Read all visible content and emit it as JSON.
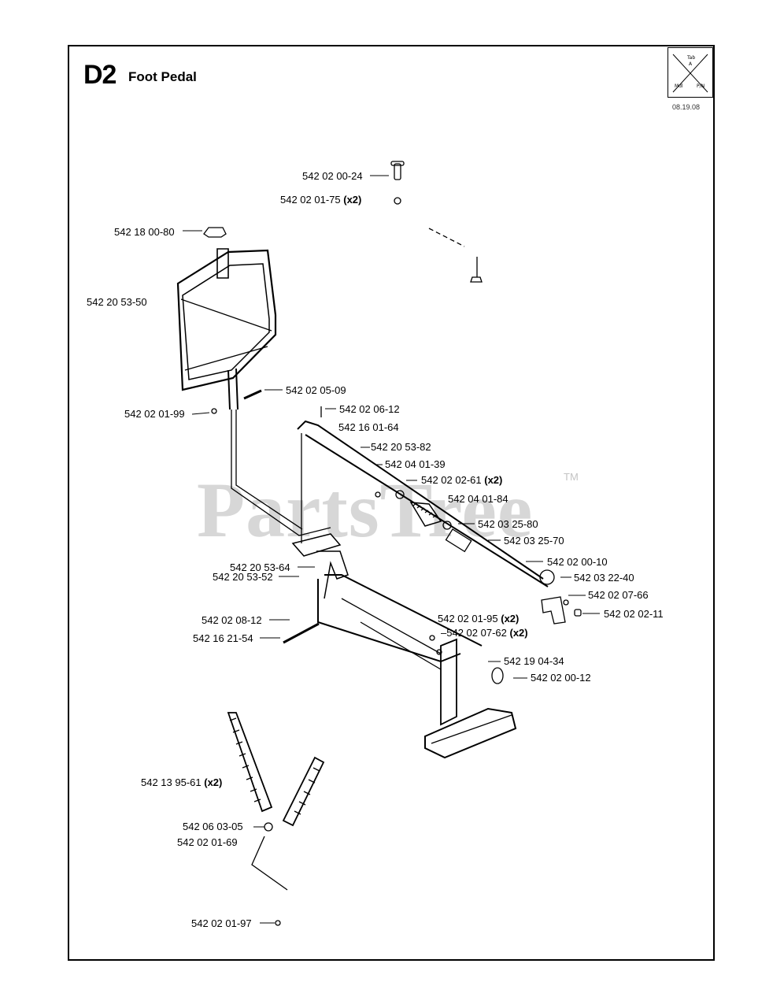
{
  "header": {
    "section": "D2",
    "title": "Foot Pedal",
    "date": "08.19.08",
    "corner_marks": [
      "Tab",
      "A",
      "Mdl",
      "P/N"
    ]
  },
  "watermark": {
    "text": "PartsTree",
    "tm": "TM"
  },
  "parts": [
    {
      "number": "542 02 00-24"
    },
    {
      "number": "542 02 01-75",
      "qty": "(x2)"
    },
    {
      "number": "542 18 00-80"
    },
    {
      "number": "542 20 53-50"
    },
    {
      "number": "542 02 05-09"
    },
    {
      "number": "542 02 01-99"
    },
    {
      "number": "542 02 06-12"
    },
    {
      "number": "542 16 01-64"
    },
    {
      "number": "542 20 53-82"
    },
    {
      "number": "542 04 01-39"
    },
    {
      "number": "542 02 02-61",
      "qty": "(x2)"
    },
    {
      "number": "542 04 01-84"
    },
    {
      "number": "542 03 25-80"
    },
    {
      "number": "542 03 25-70"
    },
    {
      "number": "542 20 53-64"
    },
    {
      "number": "542 02 00-10"
    },
    {
      "number": "542 03 22-40"
    },
    {
      "number": "542 20 53-52"
    },
    {
      "number": "542 02 07-66"
    },
    {
      "number": "542 02 08-12"
    },
    {
      "number": "542 02 02-11"
    },
    {
      "number": "542 16 21-54"
    },
    {
      "number": "542 02 01-95",
      "qty": "(x2)"
    },
    {
      "number": "542 02 07-62",
      "qty": "(x2)"
    },
    {
      "number": "542 19 04-34"
    },
    {
      "number": "542 02 00-12"
    },
    {
      "number": "542 13 95-61",
      "qty": "(x2)"
    },
    {
      "number": "542 06 03-05"
    },
    {
      "number": "542 02 01-69"
    },
    {
      "number": "542 02 01-97"
    }
  ]
}
